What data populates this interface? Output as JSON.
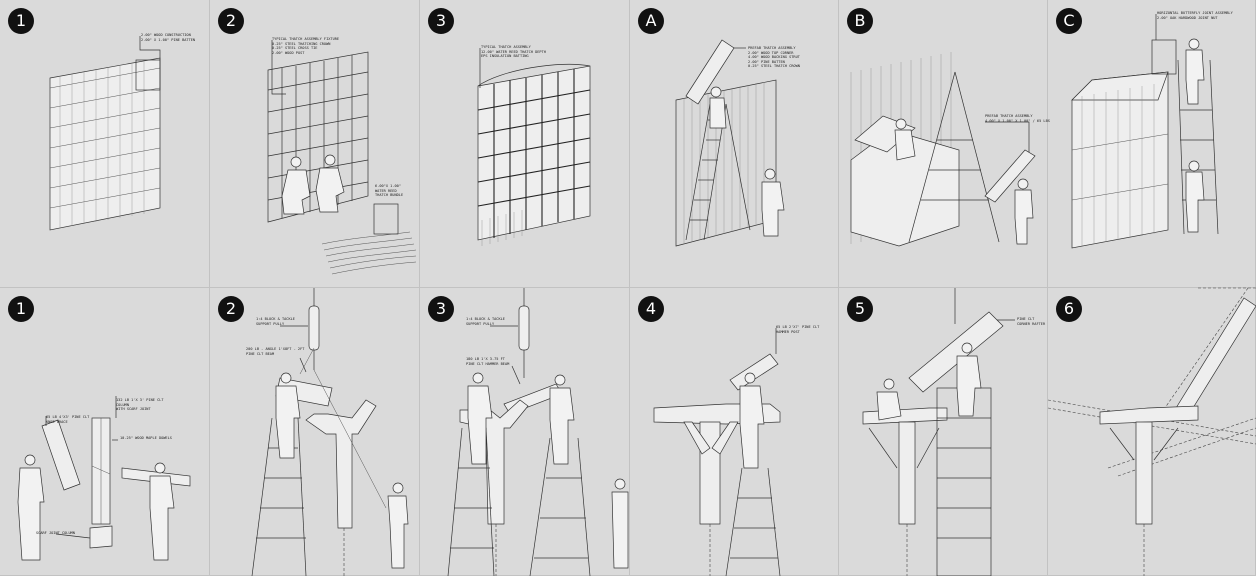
{
  "top_row": [
    {
      "badge": "1",
      "notes": [
        "2.00\" WOOD CONSTRUCTION\n2.00\" X 1.00\" PINE BATTEN"
      ]
    },
    {
      "badge": "2",
      "notes": [
        "TYPICAL THATCH ASSEMBLY FIXTURE\n0.25\" STEEL THATCHING CROWN\n0.25\" STEEL CROSS TIE\n2.00\" WOOD POST",
        "6.00\"X 1.00\"\nWATER REED\nTHATCH BUNDLE"
      ]
    },
    {
      "badge": "3",
      "notes": [
        "TYPICAL THATCH ASSEMBLY\n12.00\" WATER REED THATCH DEPTH\nEPS INSULATION BATTING"
      ]
    },
    {
      "badge": "A",
      "notes": [
        "PREFAB THATCH ASSEMBLY\n2.00\" WOOD TOP CORNER\n4.00\" WOOD BACKING STRUT\n2.00\" PINE BATTEN\n0.25\" STEEL THATCH CROWN"
      ]
    },
    {
      "badge": "B",
      "notes": [
        "PREFAB THATCH ASSEMBLY\n4.00\" X 1.00\" X 1.00\" / 65 LBS"
      ]
    },
    {
      "badge": "C",
      "notes": [
        "HORIZONTAL BUTTERFLY JOINT ASSEMBLY\n2.00\" OAK HARDWOOD JOINT NUT"
      ]
    }
  ],
  "bottom_row": [
    {
      "badge": "1",
      "notes": [
        "65 LB 4'X3' PINE CLT\nKNEE BRACE",
        "132 LB 1'X 3' PINE CLT\nCOLUMN\nWITH SCARF JOINT",
        "10.25\" WOOD MAPLE DOWELS",
        "SCARF JOINT COLUMN"
      ]
    },
    {
      "badge": "2",
      "notes": [
        "1:4 BLOCK & TACKLE\nSUPPORT PULLY",
        "200 LB - ANGLE 1'X8FT - 2FT\nPINE CLT BEAM"
      ]
    },
    {
      "badge": "3",
      "notes": [
        "1:4 BLOCK & TACKLE\nSUPPORT PULLY",
        "180 LB 1'X 3.75 FT\nPINE CLT HAMMER BEAM"
      ]
    },
    {
      "badge": "4",
      "notes": [
        "65 LB 2'X7' PINE CLT\nHAMMER POST"
      ]
    },
    {
      "badge": "5",
      "notes": [
        "PINE CLT\nCORNER RAFTER"
      ]
    },
    {
      "badge": "6",
      "notes": []
    }
  ]
}
